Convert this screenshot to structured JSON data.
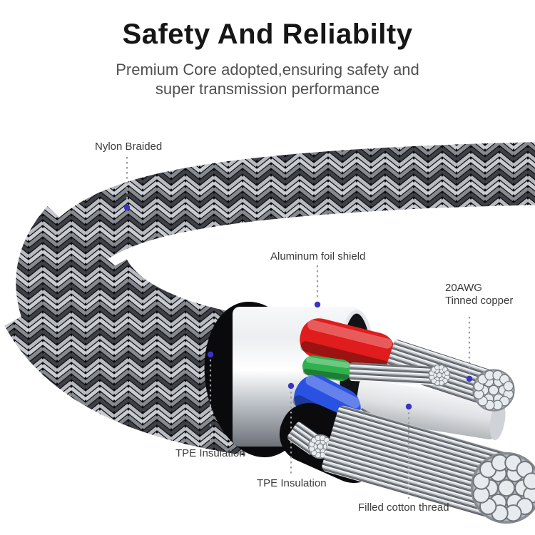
{
  "header": {
    "title": "Safety And Reliabilty",
    "subtitle_line1": "Premium Core adopted,ensuring safety and",
    "subtitle_line2": "super transmission performance"
  },
  "annotations": {
    "nylon_braided": "Nylon Braided",
    "aluminum_foil_shield": "Aluminum foil shield",
    "awg_line1": "20AWG",
    "awg_line2": "Tinned copper",
    "tpe_insulation_left": "TPE Insulation",
    "tpe_insulation_bottom": "TPE Insulation",
    "filled_cotton_thread": "Filled cotton thread"
  },
  "colors": {
    "wire_red": "#e01c1c",
    "wire_green": "#2fb14d",
    "wire_blue": "#2a52e2",
    "leader_dot": "#3a33c3",
    "leader_line": "#9b9da2"
  }
}
